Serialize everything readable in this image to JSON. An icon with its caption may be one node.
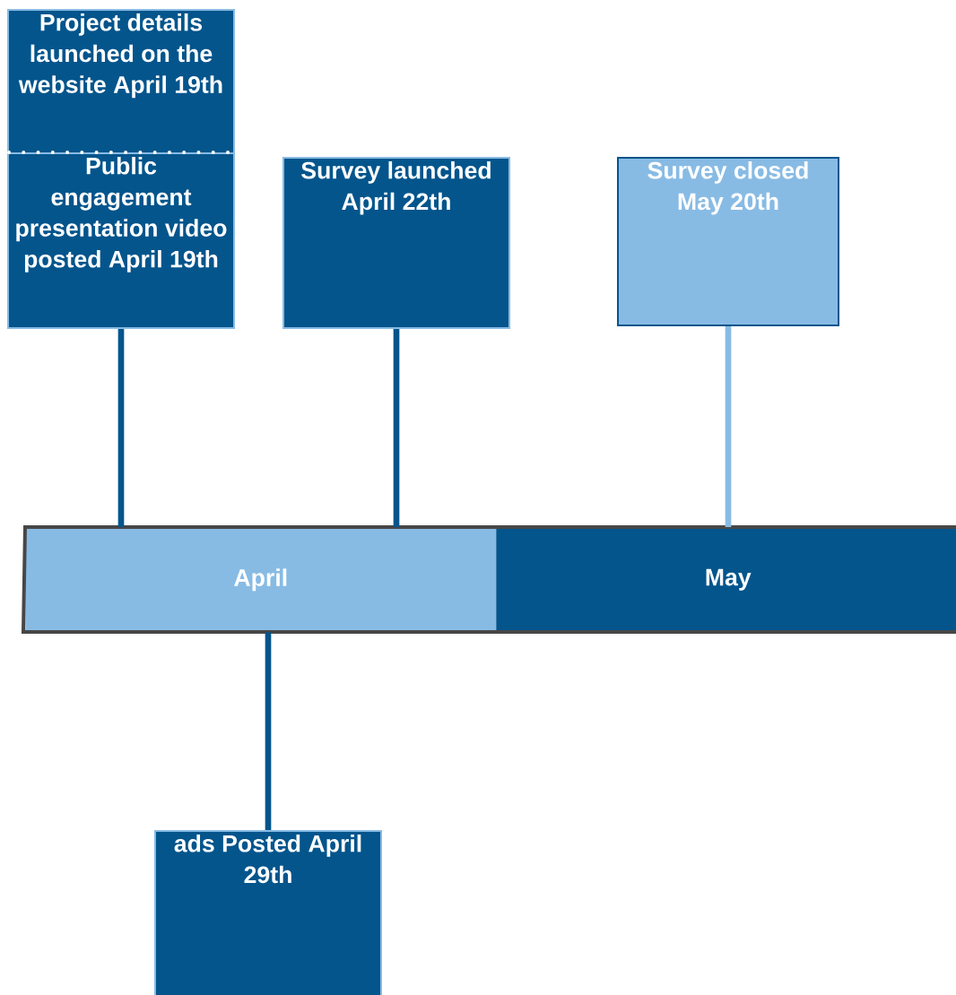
{
  "diagram": {
    "nodes": [
      {
        "text": [
          "Project details launched on the website April 19th"
        ]
      },
      {
        "text": [
          "Public engagement presentation video posted April 19th"
        ]
      },
      {
        "text": [
          "Survey launched April 22th"
        ]
      },
      {
        "text": [
          "Survey closed May 20th"
        ]
      },
      {
        "text": [
          "April"
        ]
      },
      {
        "text": [
          "May"
        ]
      },
      {
        "text": [
          "ads Posted April 29th"
        ]
      }
    ],
    "edges": [
      {
        "from": 1,
        "to": 4,
        "arrow": "none"
      },
      {
        "from": 2,
        "to": 4,
        "arrow": "none"
      },
      {
        "from": 3,
        "to": 5,
        "arrow": "none",
        "color": "#88bbe4"
      },
      {
        "from": 4,
        "to": 6,
        "arrow": "none"
      }
    ]
  }
}
